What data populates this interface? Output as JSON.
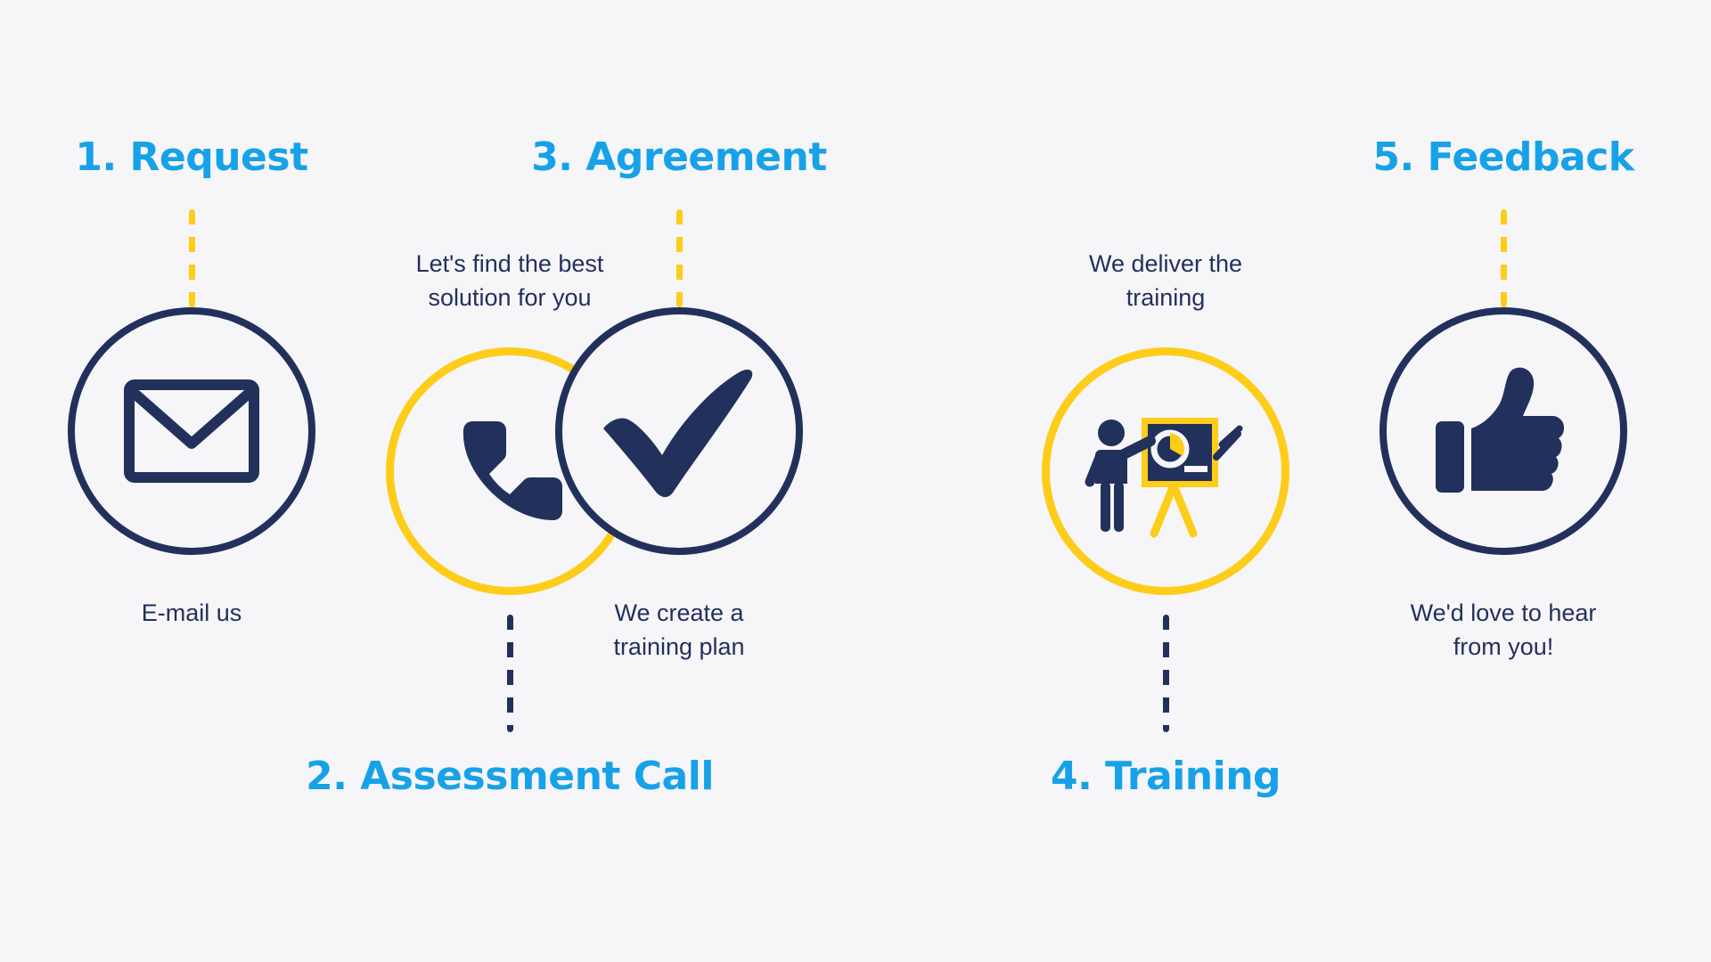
{
  "page": {
    "background_color": "#f6f5f8",
    "accent_blue": "#17a2e8",
    "accent_navy": "#22315c",
    "accent_yellow": "#fdcd19"
  },
  "steps": [
    {
      "title": "1. Request",
      "caption": "E-mail us",
      "icon": "envelope-icon",
      "circle_color": "#22315c",
      "connector_color": "#fdcd19",
      "orientation": "title-top"
    },
    {
      "title": "2. Assessment Call",
      "caption": "Let's find the best\nsolution for you",
      "icon": "phone-icon",
      "circle_color": "#fdcd19",
      "connector_color": "#22315c",
      "orientation": "title-bottom"
    },
    {
      "title": "3. Agreement",
      "caption": "We create a\ntraining plan",
      "icon": "checkmark-icon",
      "circle_color": "#22315c",
      "connector_color": "#fdcd19",
      "orientation": "title-top"
    },
    {
      "title": "4. Training",
      "caption": "We deliver the\ntraining",
      "icon": "presentation-training-icon",
      "circle_color": "#fdcd19",
      "connector_color": "#22315c",
      "orientation": "title-bottom"
    },
    {
      "title": "5. Feedback",
      "caption": "We'd love to hear\nfrom you!",
      "icon": "thumbs-up-icon",
      "circle_color": "#22315c",
      "connector_color": "#fdcd19",
      "orientation": "title-top"
    }
  ]
}
